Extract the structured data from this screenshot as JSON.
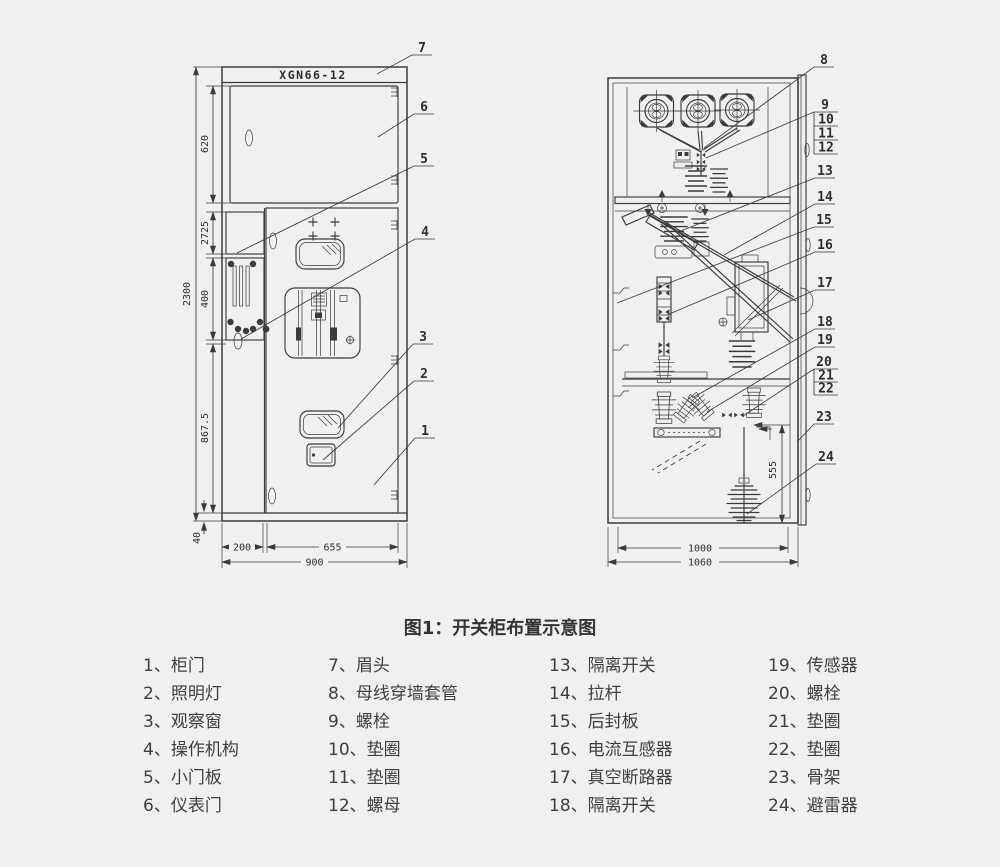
{
  "figure": {
    "model_label": "XGN66-12",
    "caption": "图1：开关柜布置示意图"
  },
  "front_view": {
    "dims": {
      "h_total": "2300",
      "h1": "620",
      "h2": "2725",
      "h3": "400",
      "h4": "867.5",
      "h5": "40",
      "w1": "200",
      "w2": "655",
      "w_total": "900"
    },
    "callouts": [
      "7",
      "6",
      "5",
      "4",
      "3",
      "2",
      "1"
    ]
  },
  "side_view": {
    "dims": {
      "h1": "555",
      "w1": "1000",
      "w2": "1060"
    },
    "callouts": [
      "8",
      "9",
      "10",
      "11",
      "12",
      "13",
      "14",
      "15",
      "16",
      "17",
      "18",
      "19",
      "20",
      "21",
      "22",
      "23",
      "24"
    ]
  },
  "legend": {
    "columns": [
      [
        "1、柜门",
        "2、照明灯",
        "3、观察窗",
        "4、操作机构",
        "5、小门板",
        "6、仪表门"
      ],
      [
        "7、眉头",
        "8、母线穿墙套管",
        "9、螺栓",
        "10、垫圈",
        "11、垫圈",
        "12、螺母"
      ],
      [
        "13、隔离开关",
        "14、拉杆",
        "15、后封板",
        "16、电流互感器",
        "17、真空断路器",
        "18、隔离开关"
      ],
      [
        "19、传感器",
        "20、螺栓",
        "21、垫圈",
        "22、垫圈",
        "23、骨架",
        "24、避雷器"
      ]
    ]
  }
}
